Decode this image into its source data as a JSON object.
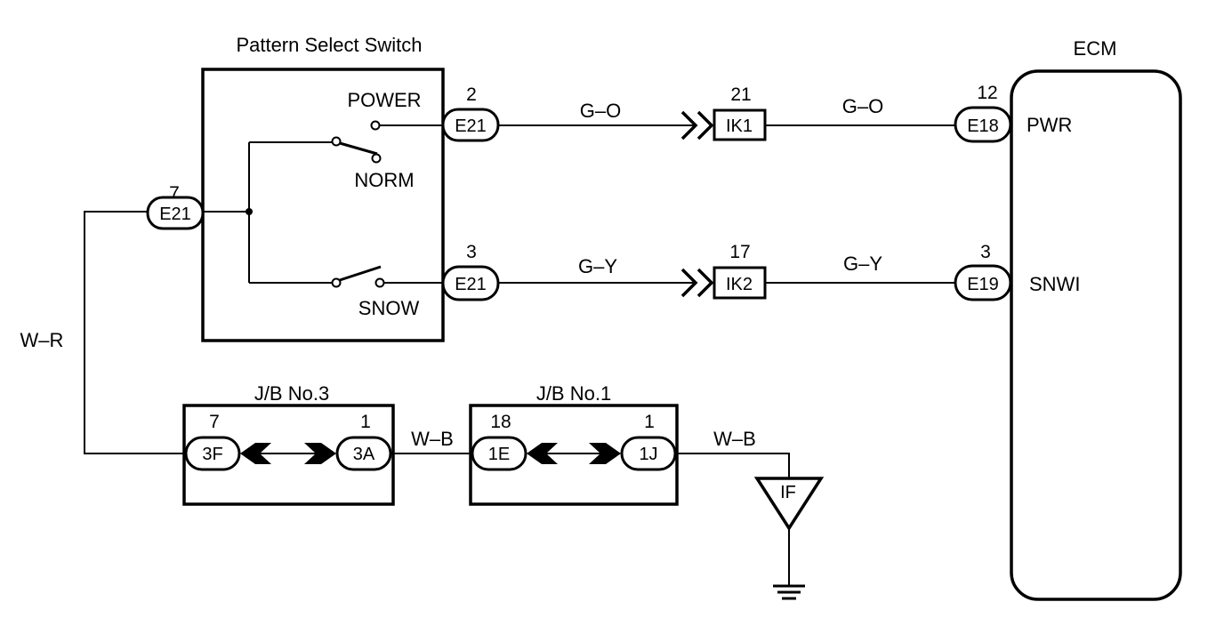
{
  "diagram": {
    "components": {
      "switch": {
        "title": "Pattern Select Switch",
        "power": "POWER",
        "norm": "NORM",
        "snow": "SNOW"
      },
      "ecm": {
        "title": "ECM",
        "pwr": "PWR",
        "snwi": "SNWI"
      },
      "jb3": {
        "title": "J/B No.3"
      },
      "jb1": {
        "title": "J/B No.1"
      },
      "ground": {
        "label": "IF"
      }
    },
    "connectors": {
      "e21_pin7": {
        "pin": "7",
        "name": "E21"
      },
      "e21_pin2": {
        "pin": "2",
        "name": "E21"
      },
      "e21_pin3": {
        "pin": "3",
        "name": "E21"
      },
      "ik1": {
        "pin": "21",
        "name": "IK1"
      },
      "ik2": {
        "pin": "17",
        "name": "IK2"
      },
      "e18": {
        "pin": "12",
        "name": "E18"
      },
      "e19": {
        "pin": "3",
        "name": "E19"
      },
      "jb3_3f": {
        "pin": "7",
        "name": "3F"
      },
      "jb3_3a": {
        "pin": "1",
        "name": "3A"
      },
      "jb1_1e": {
        "pin": "18",
        "name": "1E"
      },
      "jb1_1j": {
        "pin": "1",
        "name": "1J"
      }
    },
    "wires": {
      "go_1": "G–O",
      "go_2": "G–O",
      "gy_1": "G–Y",
      "gy_2": "G–Y",
      "wr": "W–R",
      "wb_1": "W–B",
      "wb_2": "W–B"
    }
  }
}
